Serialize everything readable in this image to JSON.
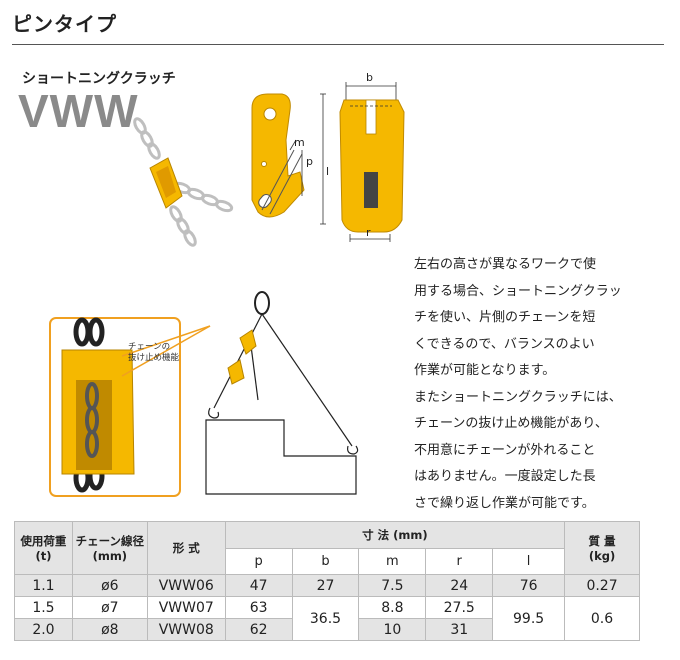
{
  "header": {
    "title": "ピンタイプ"
  },
  "product": {
    "subtitle": "ショートニングクラッチ",
    "model": "VWW"
  },
  "diagram_labels": {
    "b": "b",
    "m": "m",
    "p": "p",
    "l": "l",
    "r": "r"
  },
  "callout": {
    "line1": "チェーンの",
    "line2": "抜け止め機能"
  },
  "description": {
    "lines": [
      "左右の高さが異なるワークで使",
      "用する場合、ショートニングクラッ",
      "チを使い、片側のチェーンを短",
      "くできるので、バランスのよい",
      "作業が可能となります。",
      "またショートニングクラッチには、",
      "チェーンの抜け止め機能があり、",
      "不用意にチェーンが外れること",
      "はありません。一度設定した長",
      "さで繰り返し作業が可能です。"
    ]
  },
  "table": {
    "headers": {
      "load": "使用荷重",
      "load_unit": "(t)",
      "chain": "チェーン線径",
      "chain_unit": "(mm)",
      "model": "形 式",
      "dims": "寸 法 (mm)",
      "mass": "質 量",
      "mass_unit": "(kg)",
      "p": "p",
      "b": "b",
      "m": "m",
      "r": "r",
      "l": "l"
    },
    "rows": [
      {
        "load": "1.1",
        "chain": "ø6",
        "model": "VWW06",
        "p": "47",
        "b": "27",
        "m": "7.5",
        "r": "24",
        "l": "76",
        "mass": "0.27"
      },
      {
        "load": "1.5",
        "chain": "ø7",
        "model": "VWW07",
        "p": "63",
        "m": "8.8",
        "r": "27.5"
      },
      {
        "load": "2.0",
        "chain": "ø8",
        "model": "VWW08",
        "p": "62",
        "m": "10",
        "r": "31"
      }
    ],
    "merged": {
      "b": "36.5",
      "l": "99.5",
      "mass": "0.6"
    }
  },
  "colors": {
    "yellow": "#f5b800",
    "orange_outline": "#f0a020",
    "grey_model": "#8a8a8a",
    "header_bg": "#e4e4e4"
  }
}
